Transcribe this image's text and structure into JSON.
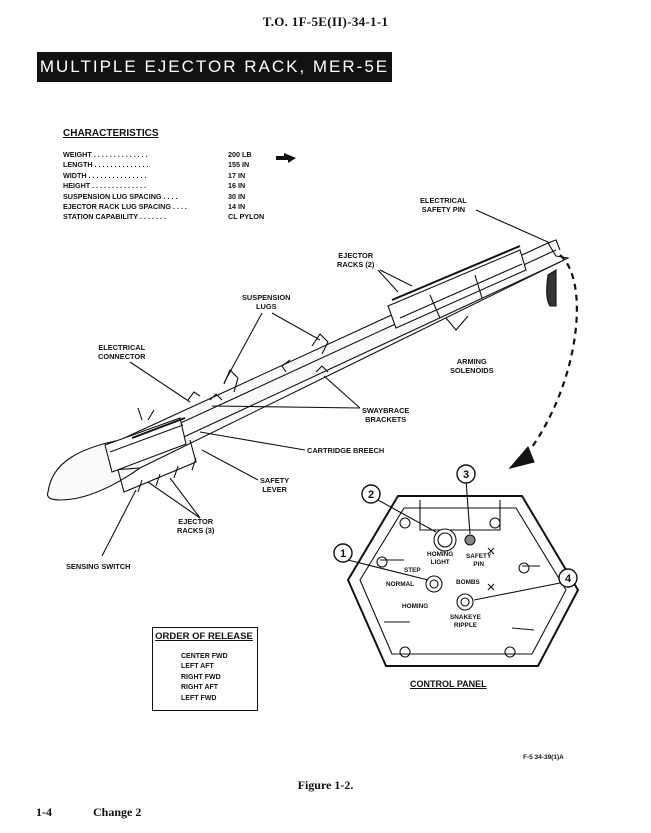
{
  "header": {
    "to_number": "T.O. 1F-5E(II)-34-1-1"
  },
  "title": "MULTIPLE EJECTOR RACK, MER-5E",
  "characteristics": {
    "heading": "CHARACTERISTICS",
    "rows": [
      {
        "key": "WEIGHT . . . . . . . . . . . . . .",
        "value": "200 LB"
      },
      {
        "key": "LENGTH . . . . . . . . . . . . . .",
        "value": "155 IN"
      },
      {
        "key": "WIDTH . . . . . . . . . . . . . . .",
        "value": "17 IN"
      },
      {
        "key": "HEIGHT . . . . . . . . . . . . . .",
        "value": "16 IN"
      },
      {
        "key": "SUSPENSION LUG SPACING . . . .",
        "value": "30 IN"
      },
      {
        "key": "EJECTOR RACK LUG SPACING . . . .",
        "value": "14 IN"
      },
      {
        "key": "STATION CAPABILITY . . . . . . .",
        "value": "CL PYLON"
      }
    ]
  },
  "callouts": {
    "electrical_safety_pin": [
      "ELECTRICAL",
      "SAFETY PIN"
    ],
    "ejector_racks_2": [
      "EJECTOR",
      "RACKS (2)"
    ],
    "suspension_lugs": [
      "SUSPENSION",
      "LUGS"
    ],
    "electrical_connector": [
      "ELECTRICAL",
      "CONNECTOR"
    ],
    "arming_solenoids": [
      "ARMING",
      "SOLENOIDS"
    ],
    "swaybrace_brackets": [
      "SWAYBRACE",
      "BRACKETS"
    ],
    "cartridge_breech": "CARTRIDGE BREECH",
    "safety_lever": [
      "SAFETY",
      "LEVER"
    ],
    "ejector_racks_3": [
      "EJECTOR",
      "RACKS (3)"
    ],
    "sensing_switch": "SENSING SWITCH"
  },
  "control_panel": {
    "title": "CONTROL PANEL",
    "homing_light": [
      "HOMING",
      "LIGHT"
    ],
    "safety_pin": [
      "SAFETY",
      "PIN"
    ],
    "step": "STEP",
    "normal": "NORMAL",
    "homing": "HOMING",
    "bombs": "BOMBS",
    "snakeye_ripple": [
      "SNAKEYE",
      "RIPPLE"
    ],
    "numbers": [
      "1",
      "2",
      "3",
      "4"
    ]
  },
  "order_of_release": {
    "heading": "ORDER OF RELEASE",
    "items": [
      "CENTER FWD",
      "LEFT AFT",
      "RIGHT FWD",
      "RIGHT AFT",
      "LEFT FWD"
    ]
  },
  "figure_ref": "F-5 34-39(1)A",
  "figure_caption": "Figure 1-2.",
  "footer": {
    "page": "1-4",
    "change": "Change 2"
  }
}
